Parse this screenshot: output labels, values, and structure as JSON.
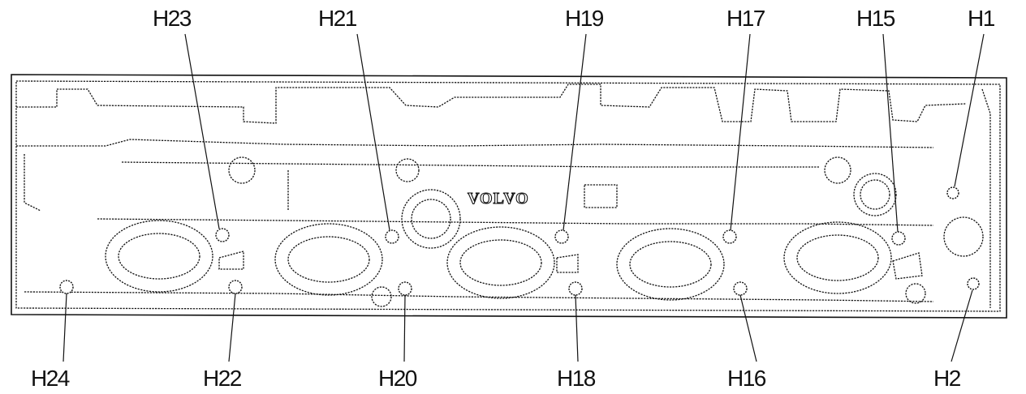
{
  "logo": "VOLVO",
  "points": [
    {
      "id": "h23",
      "label": "H23"
    },
    {
      "id": "h21",
      "label": "H21"
    },
    {
      "id": "h19",
      "label": "H19"
    },
    {
      "id": "h17",
      "label": "H17"
    },
    {
      "id": "h15",
      "label": "H15"
    },
    {
      "id": "h1",
      "label": "H1"
    },
    {
      "id": "h24",
      "label": "H24"
    },
    {
      "id": "h22",
      "label": "H22"
    },
    {
      "id": "h20",
      "label": "H20"
    },
    {
      "id": "h18",
      "label": "H18"
    },
    {
      "id": "h16",
      "label": "H16"
    },
    {
      "id": "h2",
      "label": "H2"
    }
  ]
}
